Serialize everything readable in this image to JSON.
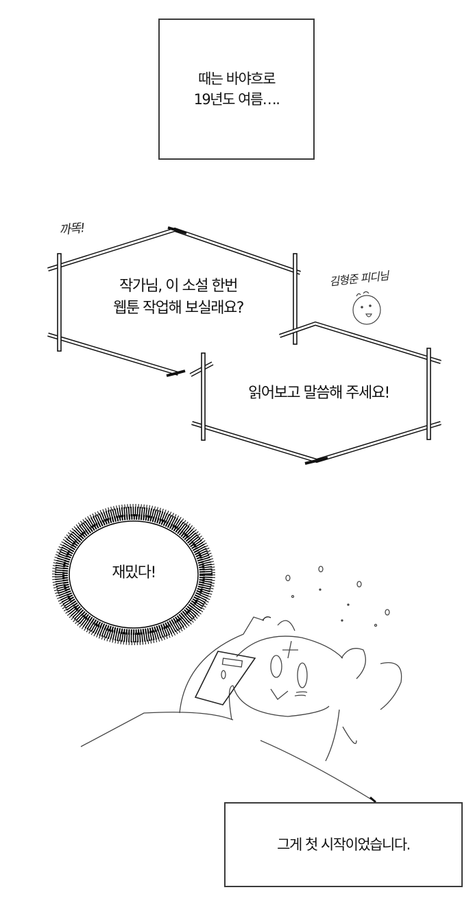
{
  "panels": {
    "intro_caption": {
      "text": "때는 바야흐로\n19년도 여름…."
    },
    "sfx_knock": {
      "text": "까똑!"
    },
    "message_bubble_1": {
      "text": "작가님, 이 소설 한번\n웹툰 작업해 보실래요?"
    },
    "speaker_label": {
      "text": "김형준 피디님"
    },
    "message_bubble_2": {
      "text": "읽어보고 말씀해 주세요!"
    },
    "burst_bubble": {
      "text": "재밌다!"
    },
    "closing_caption": {
      "text": "그게 첫 시작이었습니다."
    }
  },
  "colors": {
    "background": "#ffffff",
    "ink": "#111111",
    "border": "#3a3a3a",
    "sketch": "#555555"
  }
}
